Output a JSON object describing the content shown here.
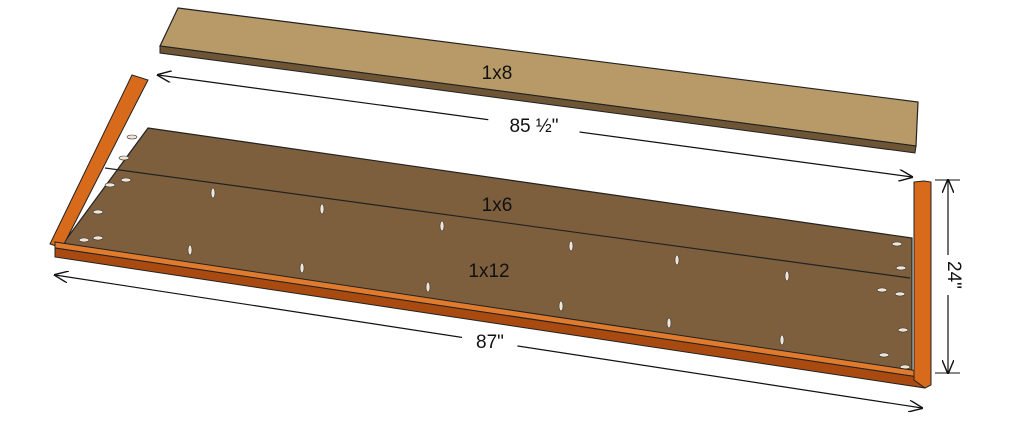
{
  "labels": {
    "top_board": "1x8",
    "back_board": "1x6",
    "front_board": "1x12"
  },
  "dimensions": {
    "top_length": "85 ½\"",
    "bottom_length": "87\"",
    "height": "24\""
  },
  "colors": {
    "top_board": "#b89a68",
    "panel": "#7d5f3e",
    "trim": "#d86a1c",
    "trim_dark": "#a94a10",
    "outline": "#222222"
  }
}
